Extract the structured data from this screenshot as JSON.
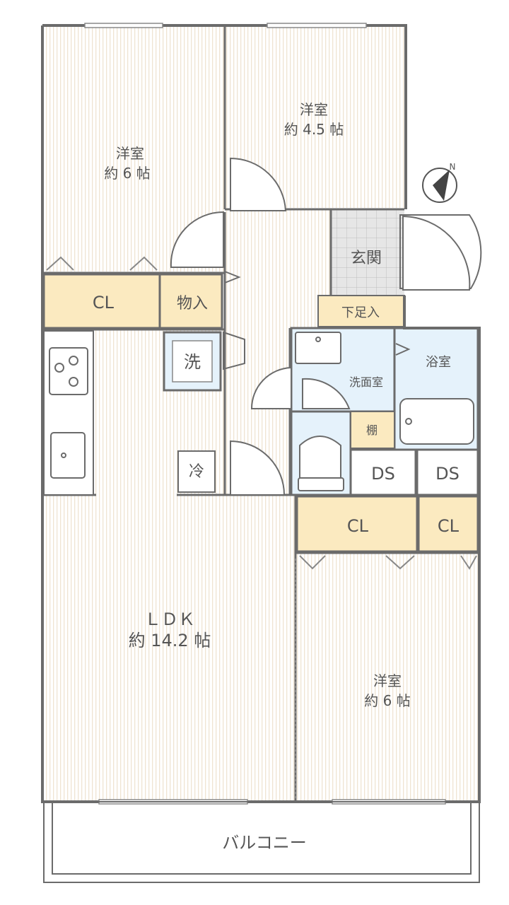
{
  "rooms": {
    "west_room": {
      "name": "洋室",
      "size": "約 6 帖"
    },
    "north_room": {
      "name": "洋室",
      "size": "約 4.5 帖"
    },
    "ldk": {
      "name": "ＬＤＫ",
      "size": "約 14.2 帖"
    },
    "south_room": {
      "name": "洋室",
      "size": "約 6 帖"
    }
  },
  "labels": {
    "entrance": "玄関",
    "shoe_storage": "下足入",
    "closet_west": "CL",
    "storage": "物入",
    "washer": "洗",
    "fridge": "冷",
    "washroom": "洗面室",
    "bathroom": "浴室",
    "shelf": "棚",
    "ds1": "DS",
    "ds2": "DS",
    "closet_south_1": "CL",
    "closet_south_2": "CL",
    "balcony": "バルコニー",
    "north": "N"
  },
  "colors": {
    "wall": "#6b6b6b",
    "floor_stripe": "#efe6d8",
    "closet": "#fbeac0",
    "wet_area": "#e5f2fb",
    "entrance_tile": "#e3e3e3"
  }
}
